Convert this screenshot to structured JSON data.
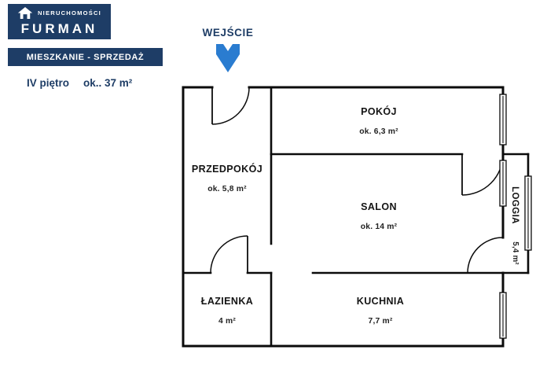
{
  "colors": {
    "navy": "#1e3d66",
    "arrow-blue": "#2a7cd0",
    "wall": "#0b0b0b"
  },
  "logo": {
    "line1": "NIERUCHOMOŚCI",
    "line2": "FURMAN",
    "icon": "house-icon"
  },
  "listing": {
    "type_label": "MIESZKANIE - SPRZEDAŻ",
    "floor_label": "IV piętro",
    "size_label": "ok.. 37 m²"
  },
  "entrance": {
    "label": "WEJŚCIE",
    "icon": "down-arrow-icon"
  },
  "rooms": {
    "przedpokoj": {
      "name": "PRZEDPOKÓJ",
      "area": "ok. 5,8 m²"
    },
    "pokoj": {
      "name": "POKÓJ",
      "area": "ok. 6,3 m²"
    },
    "salon": {
      "name": "SALON",
      "area": "ok. 14 m²"
    },
    "lazienka": {
      "name": "ŁAZIENKA",
      "area": "4 m²"
    },
    "kuchnia": {
      "name": "KUCHNIA",
      "area": "7,7 m²"
    },
    "loggia": {
      "name": "LOGGIA",
      "area": "5,4 m²"
    }
  }
}
